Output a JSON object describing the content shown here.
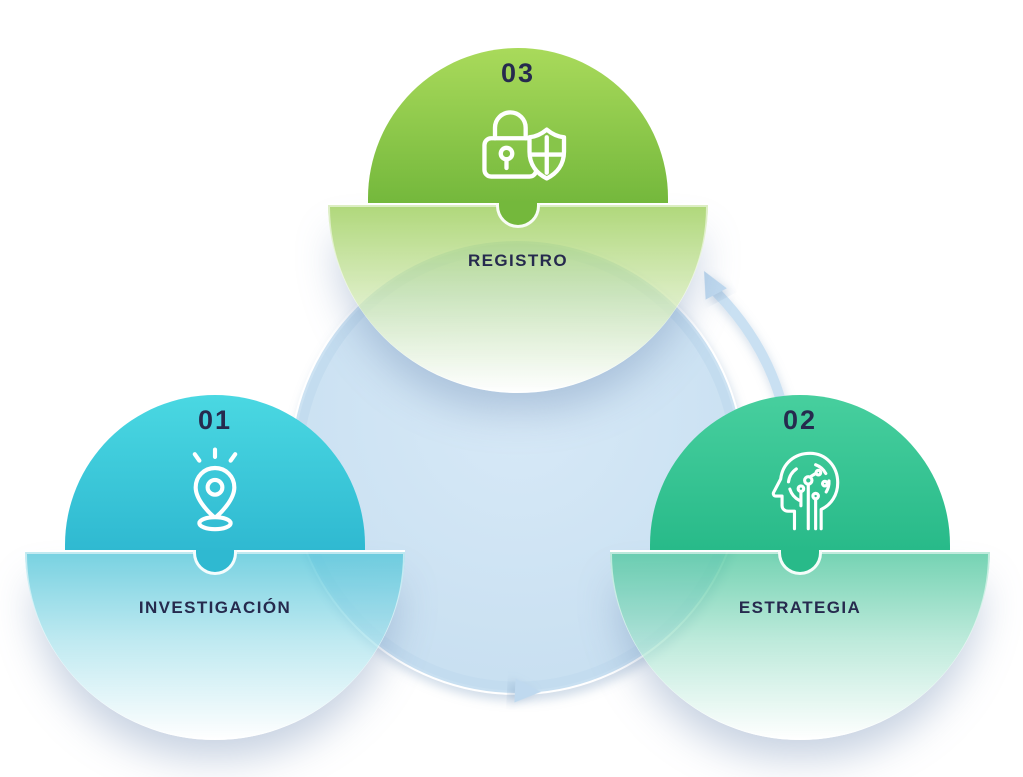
{
  "diagram": {
    "type": "cycle-infographic",
    "direction": "counter-clockwise",
    "text_color": "#262A4E",
    "steps": [
      {
        "number": "01",
        "label": "INVESTIGACIÓN",
        "icon": "location-pin-icon",
        "position": "bottom-left",
        "dome_top": "#4AD8E2",
        "dome_bottom": "#2FB9D1",
        "glass_top": "#2FB9D1A6",
        "glass_mid": "#2FB9D14D"
      },
      {
        "number": "02",
        "label": "ESTRATEGIA",
        "icon": "head-circuit-icon",
        "position": "bottom-right",
        "dome_top": "#47CF9E",
        "dome_bottom": "#28BA89",
        "glass_top": "#2ABB8AA6",
        "glass_mid": "#2ABB8A4D"
      },
      {
        "number": "03",
        "label": "REGISTRO",
        "icon": "lock-shield-icon",
        "position": "top-center",
        "dome_top": "#A9DA5B",
        "dome_bottom": "#74B83C",
        "glass_top": "#8CC63FB0",
        "glass_mid": "#8CC63F52"
      }
    ],
    "center": {
      "circle_fill_top": "#D7E9F7",
      "circle_fill_bottom": "#C6DEF0",
      "ring_color": "#C3DCEF",
      "arrow_color": "#BFD9EF"
    }
  }
}
